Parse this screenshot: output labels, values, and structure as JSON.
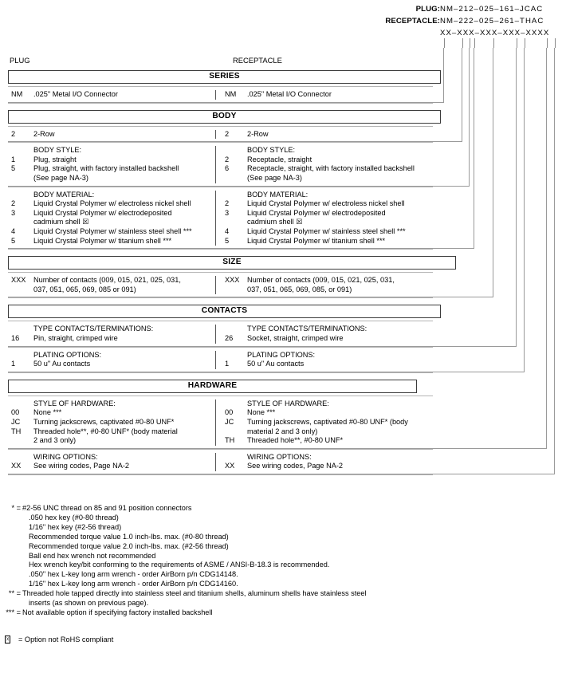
{
  "part_number": {
    "rows": [
      {
        "label": "PLUG:",
        "value": "NM–212–025–161–JCAC"
      },
      {
        "label": "RECEPTACLE:",
        "value": "NM–222–025–261–THAC"
      },
      {
        "label": "",
        "value": "XX–XXX–XXX–XXX–XXXX"
      }
    ]
  },
  "columns": {
    "plug": "PLUG",
    "receptacle": "RECEPTACLE"
  },
  "sections": [
    {
      "title": "SERIES",
      "groups": [
        {
          "plug": {
            "code": "NM",
            "desc": ".025\" Metal I/O Connector"
          },
          "recep": {
            "code": "NM",
            "desc": ".025\" Metal I/O Connector"
          }
        }
      ]
    },
    {
      "title": "BODY",
      "groups": [
        {
          "plug": {
            "code": "2",
            "desc": "2-Row"
          },
          "recep": {
            "code": "2",
            "desc": "2-Row"
          }
        },
        {
          "header_plug": "BODY STYLE:",
          "header_recep": "BODY STYLE:",
          "plug_items": [
            {
              "code": "1",
              "desc": "Plug, straight"
            },
            {
              "code": "5",
              "desc": "Plug, straight, with factory installed backshell\n(See page NA-3)"
            }
          ],
          "recep_items": [
            {
              "code": "2",
              "desc": "Receptacle, straight"
            },
            {
              "code": "6",
              "desc": "Receptacle, straight, with factory installed backshell\n(See page NA-3)"
            }
          ]
        },
        {
          "header_plug": "BODY MATERIAL:",
          "header_recep": "BODY MATERIAL:",
          "plug_items": [
            {
              "code": "2",
              "desc": "Liquid Crystal Polymer w/ electroless nickel shell"
            },
            {
              "code": "3",
              "desc": "Liquid Crystal Polymer w/ electrodeposited\ncadmium shell  ☒"
            },
            {
              "code": "4",
              "desc": "Liquid Crystal Polymer w/ stainless steel shell ***"
            },
            {
              "code": "5",
              "desc": "Liquid Crystal Polymer w/ titanium shell ***"
            }
          ],
          "recep_items": [
            {
              "code": "2",
              "desc": "Liquid Crystal Polymer w/ electroless nickel shell"
            },
            {
              "code": "3",
              "desc": "Liquid Crystal Polymer w/ electrodeposited\ncadmium shell  ☒"
            },
            {
              "code": "4",
              "desc": "Liquid Crystal Polymer w/ stainless steel shell ***"
            },
            {
              "code": "5",
              "desc": "Liquid Crystal Polymer w/ titanium shell ***"
            }
          ]
        }
      ]
    },
    {
      "title": "SIZE",
      "groups": [
        {
          "plug": {
            "code": "XXX",
            "desc": "Number of contacts (009, 015, 021, 025, 031,\n037, 051, 065, 069, 085 or 091)"
          },
          "recep": {
            "code": "XXX",
            "desc": "Number of contacts (009, 015, 021, 025, 031,\n037, 051, 065, 069, 085, or 091)"
          }
        }
      ]
    },
    {
      "title": "CONTACTS",
      "groups": [
        {
          "header_plug": "TYPE CONTACTS/TERMINATIONS:",
          "header_recep": "TYPE CONTACTS/TERMINATIONS:",
          "plug_items": [
            {
              "code": "16",
              "desc": "Pin, straight, crimped wire"
            }
          ],
          "recep_items": [
            {
              "code": "26",
              "desc": "Socket, straight, crimped wire"
            }
          ]
        },
        {
          "header_plug": "PLATING OPTIONS:",
          "header_recep": "PLATING OPTIONS:",
          "plug_items": [
            {
              "code": "1",
              "desc": "50 u\" Au contacts"
            }
          ],
          "recep_items": [
            {
              "code": "1",
              "desc": "50 u\" Au contacts"
            }
          ]
        }
      ]
    },
    {
      "title": "HARDWARE",
      "groups": [
        {
          "header_plug": "STYLE OF HARDWARE:",
          "header_recep": "STYLE OF HARDWARE:",
          "plug_items": [
            {
              "code": "00",
              "desc": "None ***"
            },
            {
              "code": "JC",
              "desc": "Turning jackscrews, captivated #0-80 UNF*"
            },
            {
              "code": "TH",
              "desc": "Threaded hole**, #0-80 UNF* (body material\n2 and 3 only)"
            }
          ],
          "recep_items": [
            {
              "code": "00",
              "desc": "None ***"
            },
            {
              "code": "JC",
              "desc": "Turning jackscrews, captivated #0-80 UNF* (body\nmaterial 2 and 3 only)"
            },
            {
              "code": "TH",
              "desc": "Threaded hole**, #0-80 UNF*"
            }
          ]
        },
        {
          "header_plug": "WIRING OPTIONS:",
          "header_recep": "WIRING OPTIONS:",
          "plug_items": [
            {
              "code": "XX",
              "desc": "See wiring codes, Page NA-2"
            }
          ],
          "recep_items": [
            {
              "code": "XX",
              "desc": "See wiring codes, Page NA-2"
            }
          ]
        }
      ]
    }
  ],
  "footnotes": {
    "star": {
      "marker": "* =",
      "first": "#2-56 UNC thread on 85 and 91 position connectors",
      "subs": [
        ".050 hex key (#0-80 thread)",
        "1/16\" hex key (#2-56 thread)",
        "Recommended torque value 1.0 inch-lbs. max. (#0-80 thread)",
        "Recommended torque value 2.0 inch-lbs. max. (#2-56 thread)",
        "Ball end hex wrench not recommended",
        "Hex wrench key/bit conforming to the requirements of ASME / ANSI-B-18.3 is recommended.",
        ".050\" hex L-key long arm wrench - order AirBorn p/n CDG14148.",
        "1/16\" hex L-key long arm wrench - order AirBorn p/n CDG14160."
      ]
    },
    "doublestar": {
      "marker": "** =",
      "first": "Threaded hole tapped directly into stainless steel and titanium shells, aluminum shells have stainless steel",
      "cont": "inserts (as shown on previous page)."
    },
    "triplestar": {
      "marker": "*** =",
      "first": "Not available option if specifying factory installed backshell"
    },
    "rohs": {
      "marker": "☒",
      "text": "= Option not RoHS compliant"
    }
  }
}
